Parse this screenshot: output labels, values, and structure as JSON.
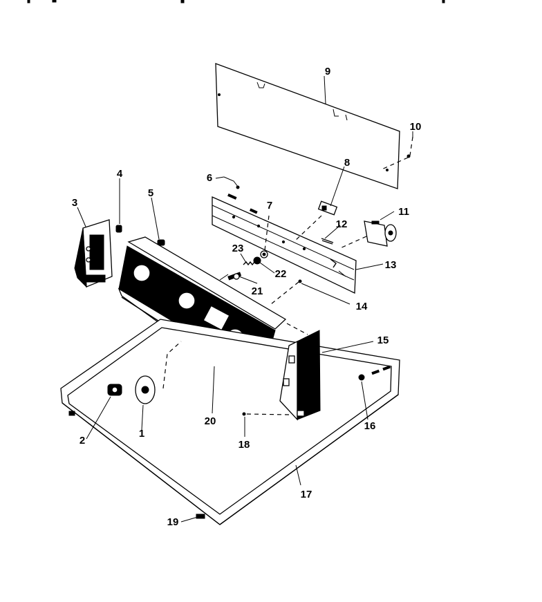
{
  "diagram": {
    "callouts": [
      {
        "id": "c1",
        "label": "1"
      },
      {
        "id": "c2",
        "label": "2"
      },
      {
        "id": "c3",
        "label": "3"
      },
      {
        "id": "c4",
        "label": "4"
      },
      {
        "id": "c5",
        "label": "5"
      },
      {
        "id": "c6",
        "label": "6"
      },
      {
        "id": "c7",
        "label": "7"
      },
      {
        "id": "c8",
        "label": "8"
      },
      {
        "id": "c9",
        "label": "9"
      },
      {
        "id": "c10",
        "label": "10"
      },
      {
        "id": "c11",
        "label": "11"
      },
      {
        "id": "c12",
        "label": "12"
      },
      {
        "id": "c13",
        "label": "13"
      },
      {
        "id": "c14",
        "label": "14"
      },
      {
        "id": "c15",
        "label": "15"
      },
      {
        "id": "c16",
        "label": "16"
      },
      {
        "id": "c17",
        "label": "17"
      },
      {
        "id": "c18",
        "label": "18"
      },
      {
        "id": "c19",
        "label": "19"
      },
      {
        "id": "c20",
        "label": "20"
      },
      {
        "id": "c21",
        "label": "21"
      },
      {
        "id": "c22",
        "label": "22"
      },
      {
        "id": "c23",
        "label": "23"
      }
    ]
  }
}
